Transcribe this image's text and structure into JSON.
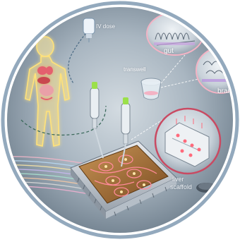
{
  "labels": {
    "iv_dose": "IV dose",
    "gut": "gut",
    "transwell": "transwell",
    "brain": "brai",
    "liver_line1": "liver",
    "liver_line2": "scaffold"
  },
  "colors": {
    "background_center": "#bfcad2",
    "background_edge": "#6f7f8d",
    "frame_ring": "#8fa4b6",
    "body_glow": "#ffe27a",
    "chip_brown": "#8a5a2a",
    "channel_pink": "#ff7a8a",
    "pipette_green": "#9be04a"
  }
}
